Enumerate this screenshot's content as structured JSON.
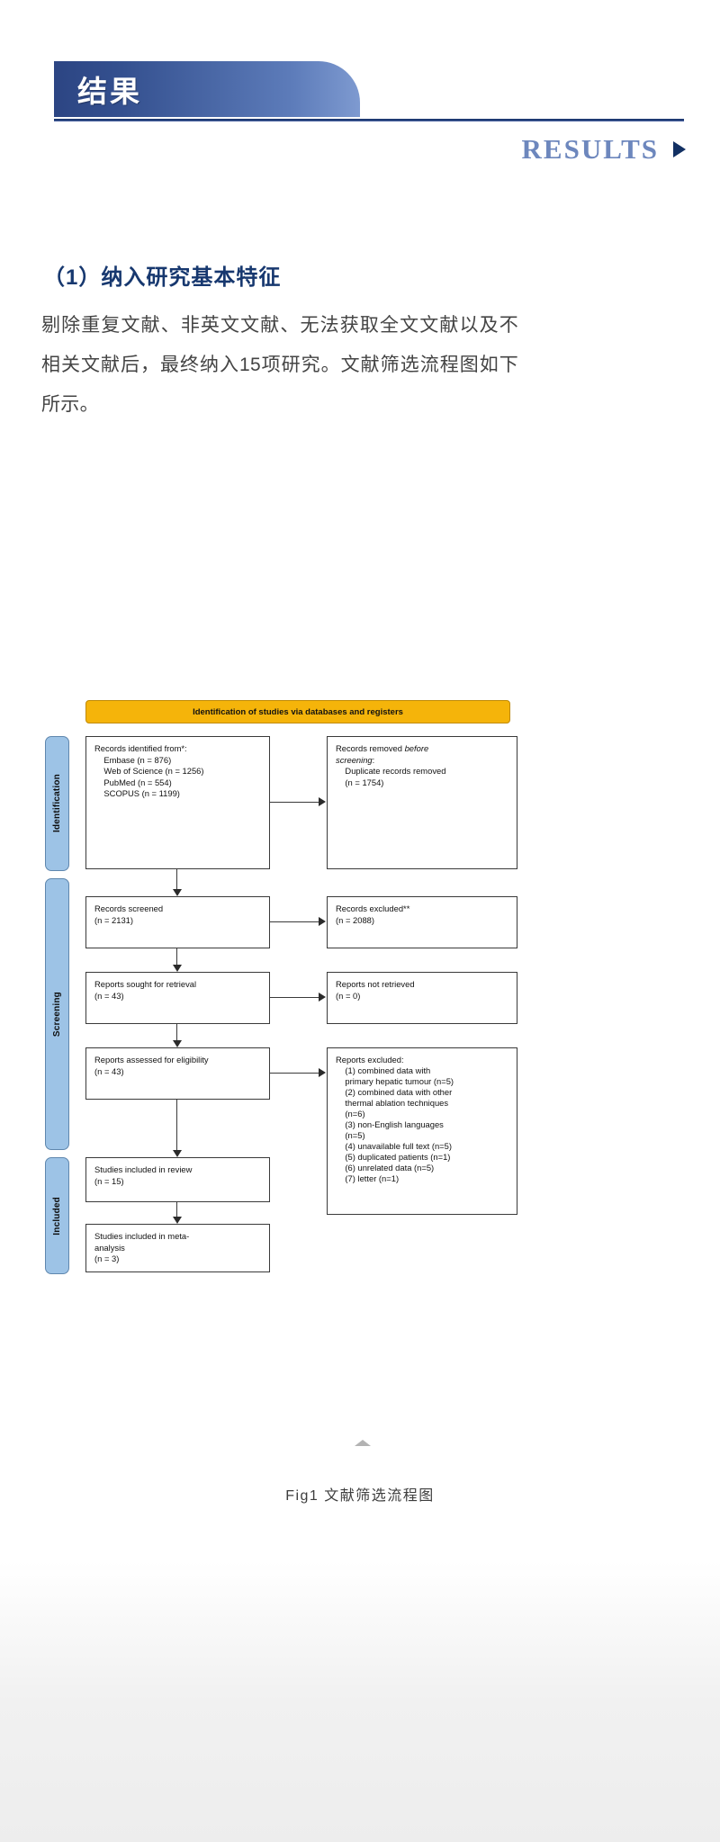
{
  "header": {
    "banner_title": "结果",
    "kicker": "RESULTS",
    "kicker_arrow_icon": "triangle-right-icon"
  },
  "section": {
    "heading": "（1）纳入研究基本特征",
    "paragraph": "剔除重复文献、非英文文献、无法获取全文文献以及不相关文献后，最终纳入15项研究。文献筛选流程图如下所示。"
  },
  "figure": {
    "caption": "Fig1 文献筛选流程图",
    "collapse_icon": "caret-up-icon"
  },
  "prisma": {
    "header_bar": "Identification of studies via databases and registers",
    "stages": [
      {
        "label": "Identification"
      },
      {
        "label": "Screening"
      },
      {
        "label": "Included"
      }
    ],
    "boxes": {
      "records_identified": "Records identified from*:\n    Embase (n = 876)\n    Web of Science (n = 1256)\n    PubMed (n = 554)\n    SCOPUS (n = 1199)",
      "records_removed_line1": "Records removed ",
      "records_removed_italic": "before",
      "records_removed_line2": "screening",
      "records_removed_rest": ":\n    Duplicate records removed\n    (n = 1754)",
      "records_screened": "Records screened\n(n = 2131)",
      "records_excluded": "Records excluded**\n(n = 2088)",
      "reports_sought": "Reports sought for retrieval\n(n = 43)",
      "reports_not_retrieved": "Reports not retrieved\n(n = 0)",
      "reports_assessed": "Reports assessed for eligibility\n(n = 43)",
      "reports_excluded": "Reports excluded:\n    (1) combined data with\n    primary hepatic tumour (n=5)\n    (2) combined data with other\n    thermal ablation techniques\n    (n=6)\n    (3) non-English languages\n    (n=5)\n    (4) unavailable full text (n=5)\n    (5) duplicated patients (n=1)\n    (6) unrelated data (n=5)\n    (7) letter (n=1)",
      "studies_included_review": "Studies included in review\n(n = 15)",
      "studies_included_meta": "Studies included in meta-\nanalysis\n(n = 3)"
    }
  },
  "colors": {
    "banner_dark": "#2c4583",
    "banner_light": "#7e9ad0",
    "kicker": "#6d87bd",
    "heading": "#17386f",
    "prisma_bar": "#f5b40a",
    "prisma_stage": "#9dc3e6"
  }
}
